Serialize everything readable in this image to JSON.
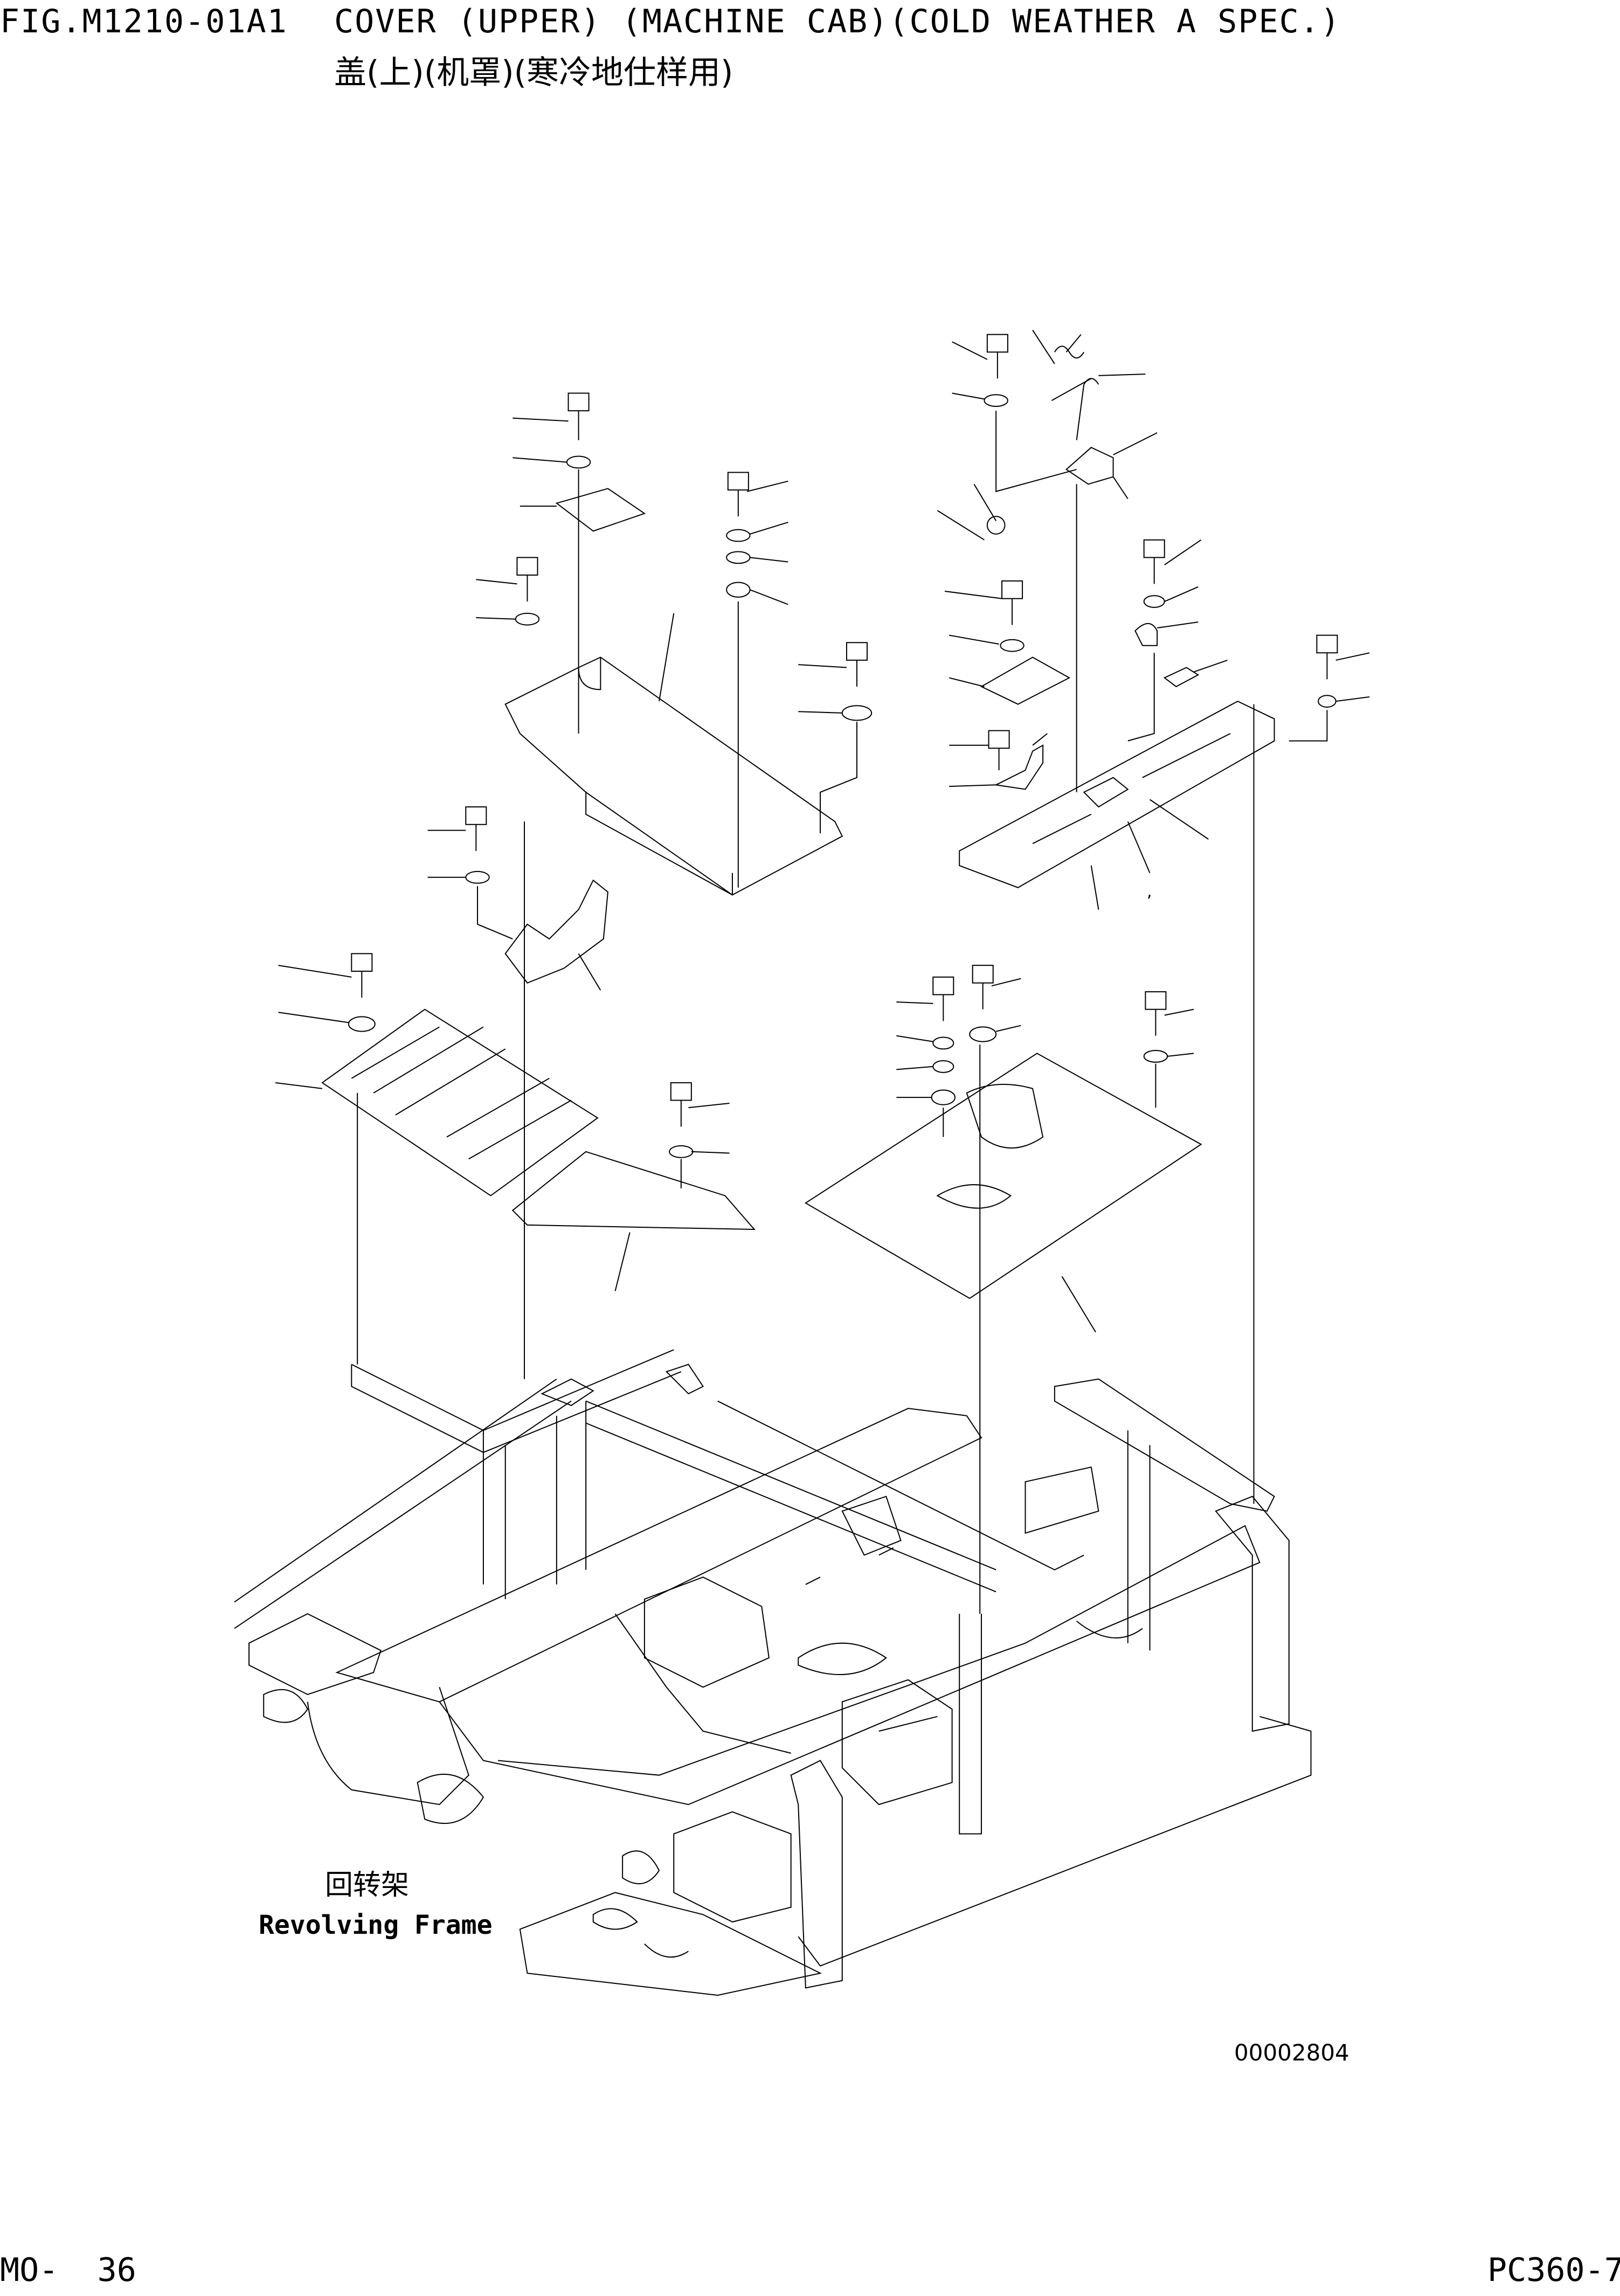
{
  "header": {
    "fig_number": "FIG.M1210-01A1",
    "title_en": "COVER (UPPER) (MACHINE CAB)(COLD WEATHER A SPEC.)",
    "title_cn": "盖(上)(机罩)(寒冷地仕样用)"
  },
  "diagram": {
    "label_cn": "回转架",
    "label_en": "Revolving Frame",
    "drawing_number": "00002804",
    "stray_mark": ","
  },
  "footer": {
    "page": "MO-  36",
    "model": "PC360-7"
  }
}
